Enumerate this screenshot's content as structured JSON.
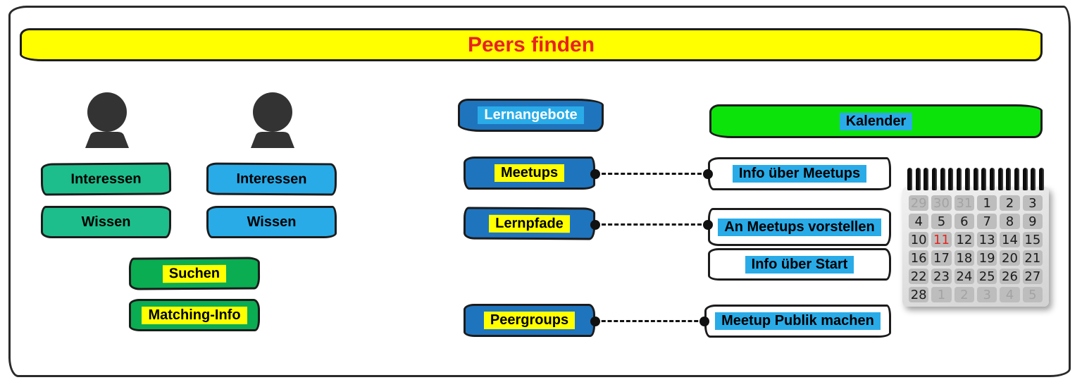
{
  "header": {
    "title": "Peers finden"
  },
  "colors": {
    "banner_bg": "#FFFF00",
    "title_color": "#E8221F",
    "teal": "#1EBE8C",
    "sky_blue": "#29ABE8",
    "green": "#0AAD52",
    "bright_green": "#0BE30B",
    "dark_blue": "#1F74BE",
    "yellow_highlight": "#FFFF00",
    "blue_highlight": "#29ABE8"
  },
  "person1": {
    "buttons": [
      {
        "label": "Interessen"
      },
      {
        "label": "Wissen"
      }
    ]
  },
  "person2": {
    "buttons": [
      {
        "label": "Interessen"
      },
      {
        "label": "Wissen"
      }
    ]
  },
  "matching": {
    "buttons": [
      {
        "label": "Suchen"
      },
      {
        "label": "Matching-Info"
      }
    ]
  },
  "lernangebote": {
    "header": "Lernangebote",
    "items": [
      {
        "label": "Meetups"
      },
      {
        "label": "Lernpfade"
      },
      {
        "label": "Peergroups"
      }
    ]
  },
  "kalender": {
    "header": "Kalender",
    "items": [
      {
        "label": "Info über Meetups"
      },
      {
        "label": "An Meetups vorstellen"
      },
      {
        "label": "Info über Start"
      },
      {
        "label": "Meetup Publik machen"
      }
    ]
  },
  "connections": [
    {
      "from": "Meetups",
      "to": "Info über Meetups"
    },
    {
      "from": "Lernpfade",
      "to": "An Meetups vorstellen"
    },
    {
      "from": "Peergroups",
      "to": "Meetup Publik machen"
    }
  ],
  "calendar": {
    "highlight_day": "11",
    "weeks": [
      [
        {
          "d": "29",
          "s": "out"
        },
        {
          "d": "30",
          "s": "out"
        },
        {
          "d": "31",
          "s": "out"
        },
        {
          "d": "1",
          "s": "cur"
        },
        {
          "d": "2",
          "s": "cur"
        },
        {
          "d": "3",
          "s": "cur"
        }
      ],
      [
        {
          "d": "4",
          "s": "cur"
        },
        {
          "d": "5",
          "s": "cur"
        },
        {
          "d": "6",
          "s": "cur"
        },
        {
          "d": "7",
          "s": "cur"
        },
        {
          "d": "8",
          "s": "cur"
        },
        {
          "d": "9",
          "s": "cur"
        }
      ],
      [
        {
          "d": "10",
          "s": "cur"
        },
        {
          "d": "11",
          "s": "red"
        },
        {
          "d": "12",
          "s": "cur"
        },
        {
          "d": "13",
          "s": "cur"
        },
        {
          "d": "14",
          "s": "cur"
        },
        {
          "d": "15",
          "s": "cur"
        }
      ],
      [
        {
          "d": "16",
          "s": "cur"
        },
        {
          "d": "17",
          "s": "cur"
        },
        {
          "d": "18",
          "s": "cur"
        },
        {
          "d": "19",
          "s": "cur"
        },
        {
          "d": "20",
          "s": "cur"
        },
        {
          "d": "21",
          "s": "cur"
        }
      ],
      [
        {
          "d": "22",
          "s": "cur"
        },
        {
          "d": "23",
          "s": "cur"
        },
        {
          "d": "24",
          "s": "cur"
        },
        {
          "d": "25",
          "s": "cur"
        },
        {
          "d": "26",
          "s": "cur"
        },
        {
          "d": "27",
          "s": "cur"
        }
      ],
      [
        {
          "d": "28",
          "s": "cur"
        },
        {
          "d": "1",
          "s": "out"
        },
        {
          "d": "2",
          "s": "out"
        },
        {
          "d": "3",
          "s": "out"
        },
        {
          "d": "4",
          "s": "out"
        },
        {
          "d": "5",
          "s": "out"
        }
      ]
    ]
  }
}
